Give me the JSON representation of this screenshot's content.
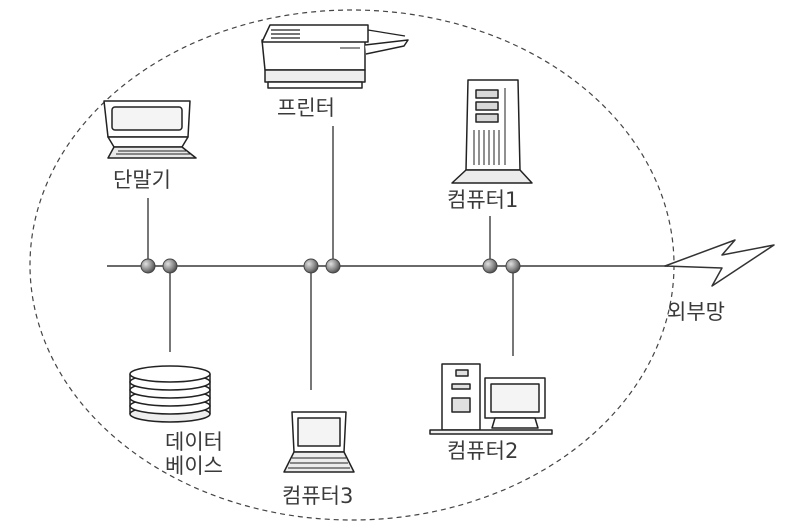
{
  "diagram": {
    "labels": {
      "terminal": "단말기",
      "printer": "프린터",
      "computer1": "컴퓨터1",
      "database_line1": "데이터",
      "database_line2": "베이스",
      "computer3": "컴퓨터3",
      "computer2": "컴퓨터2",
      "external_network": "외부망"
    },
    "icons": {
      "terminal": "terminal-icon",
      "printer": "printer-icon",
      "computer1": "server-tower-icon",
      "database": "database-stack-icon",
      "computer3": "laptop-icon",
      "computer2": "desktop-computer-icon",
      "external_network": "lightning-link-icon"
    },
    "colors": {
      "line": "#555555",
      "node": "#8a8a8a",
      "boundary": "#444444"
    }
  }
}
